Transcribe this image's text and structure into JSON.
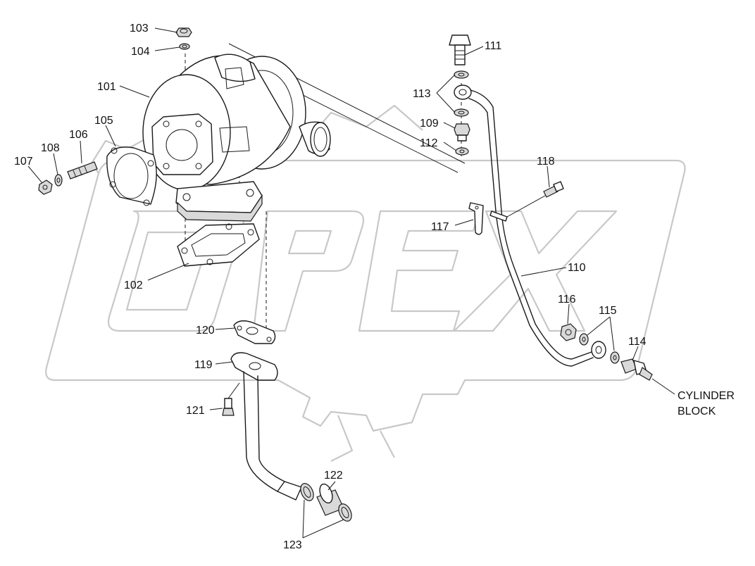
{
  "labels": {
    "p101": "101",
    "p102": "102",
    "p103": "103",
    "p104": "104",
    "p105": "105",
    "p106": "106",
    "p107": "107",
    "p108": "108",
    "p109": "109",
    "p110": "110",
    "p111": "111",
    "p112": "112",
    "p113": "113",
    "p114": "114",
    "p115": "115",
    "p116": "116",
    "p117": "117",
    "p118": "118",
    "p119": "119",
    "p120": "120",
    "p121": "121",
    "p122": "122",
    "p123": "123"
  },
  "note": {
    "line1": "CYLINDER",
    "line2": "BLOCK"
  },
  "watermark": {
    "text": "OPEX",
    "color": "#c8c8c8"
  }
}
